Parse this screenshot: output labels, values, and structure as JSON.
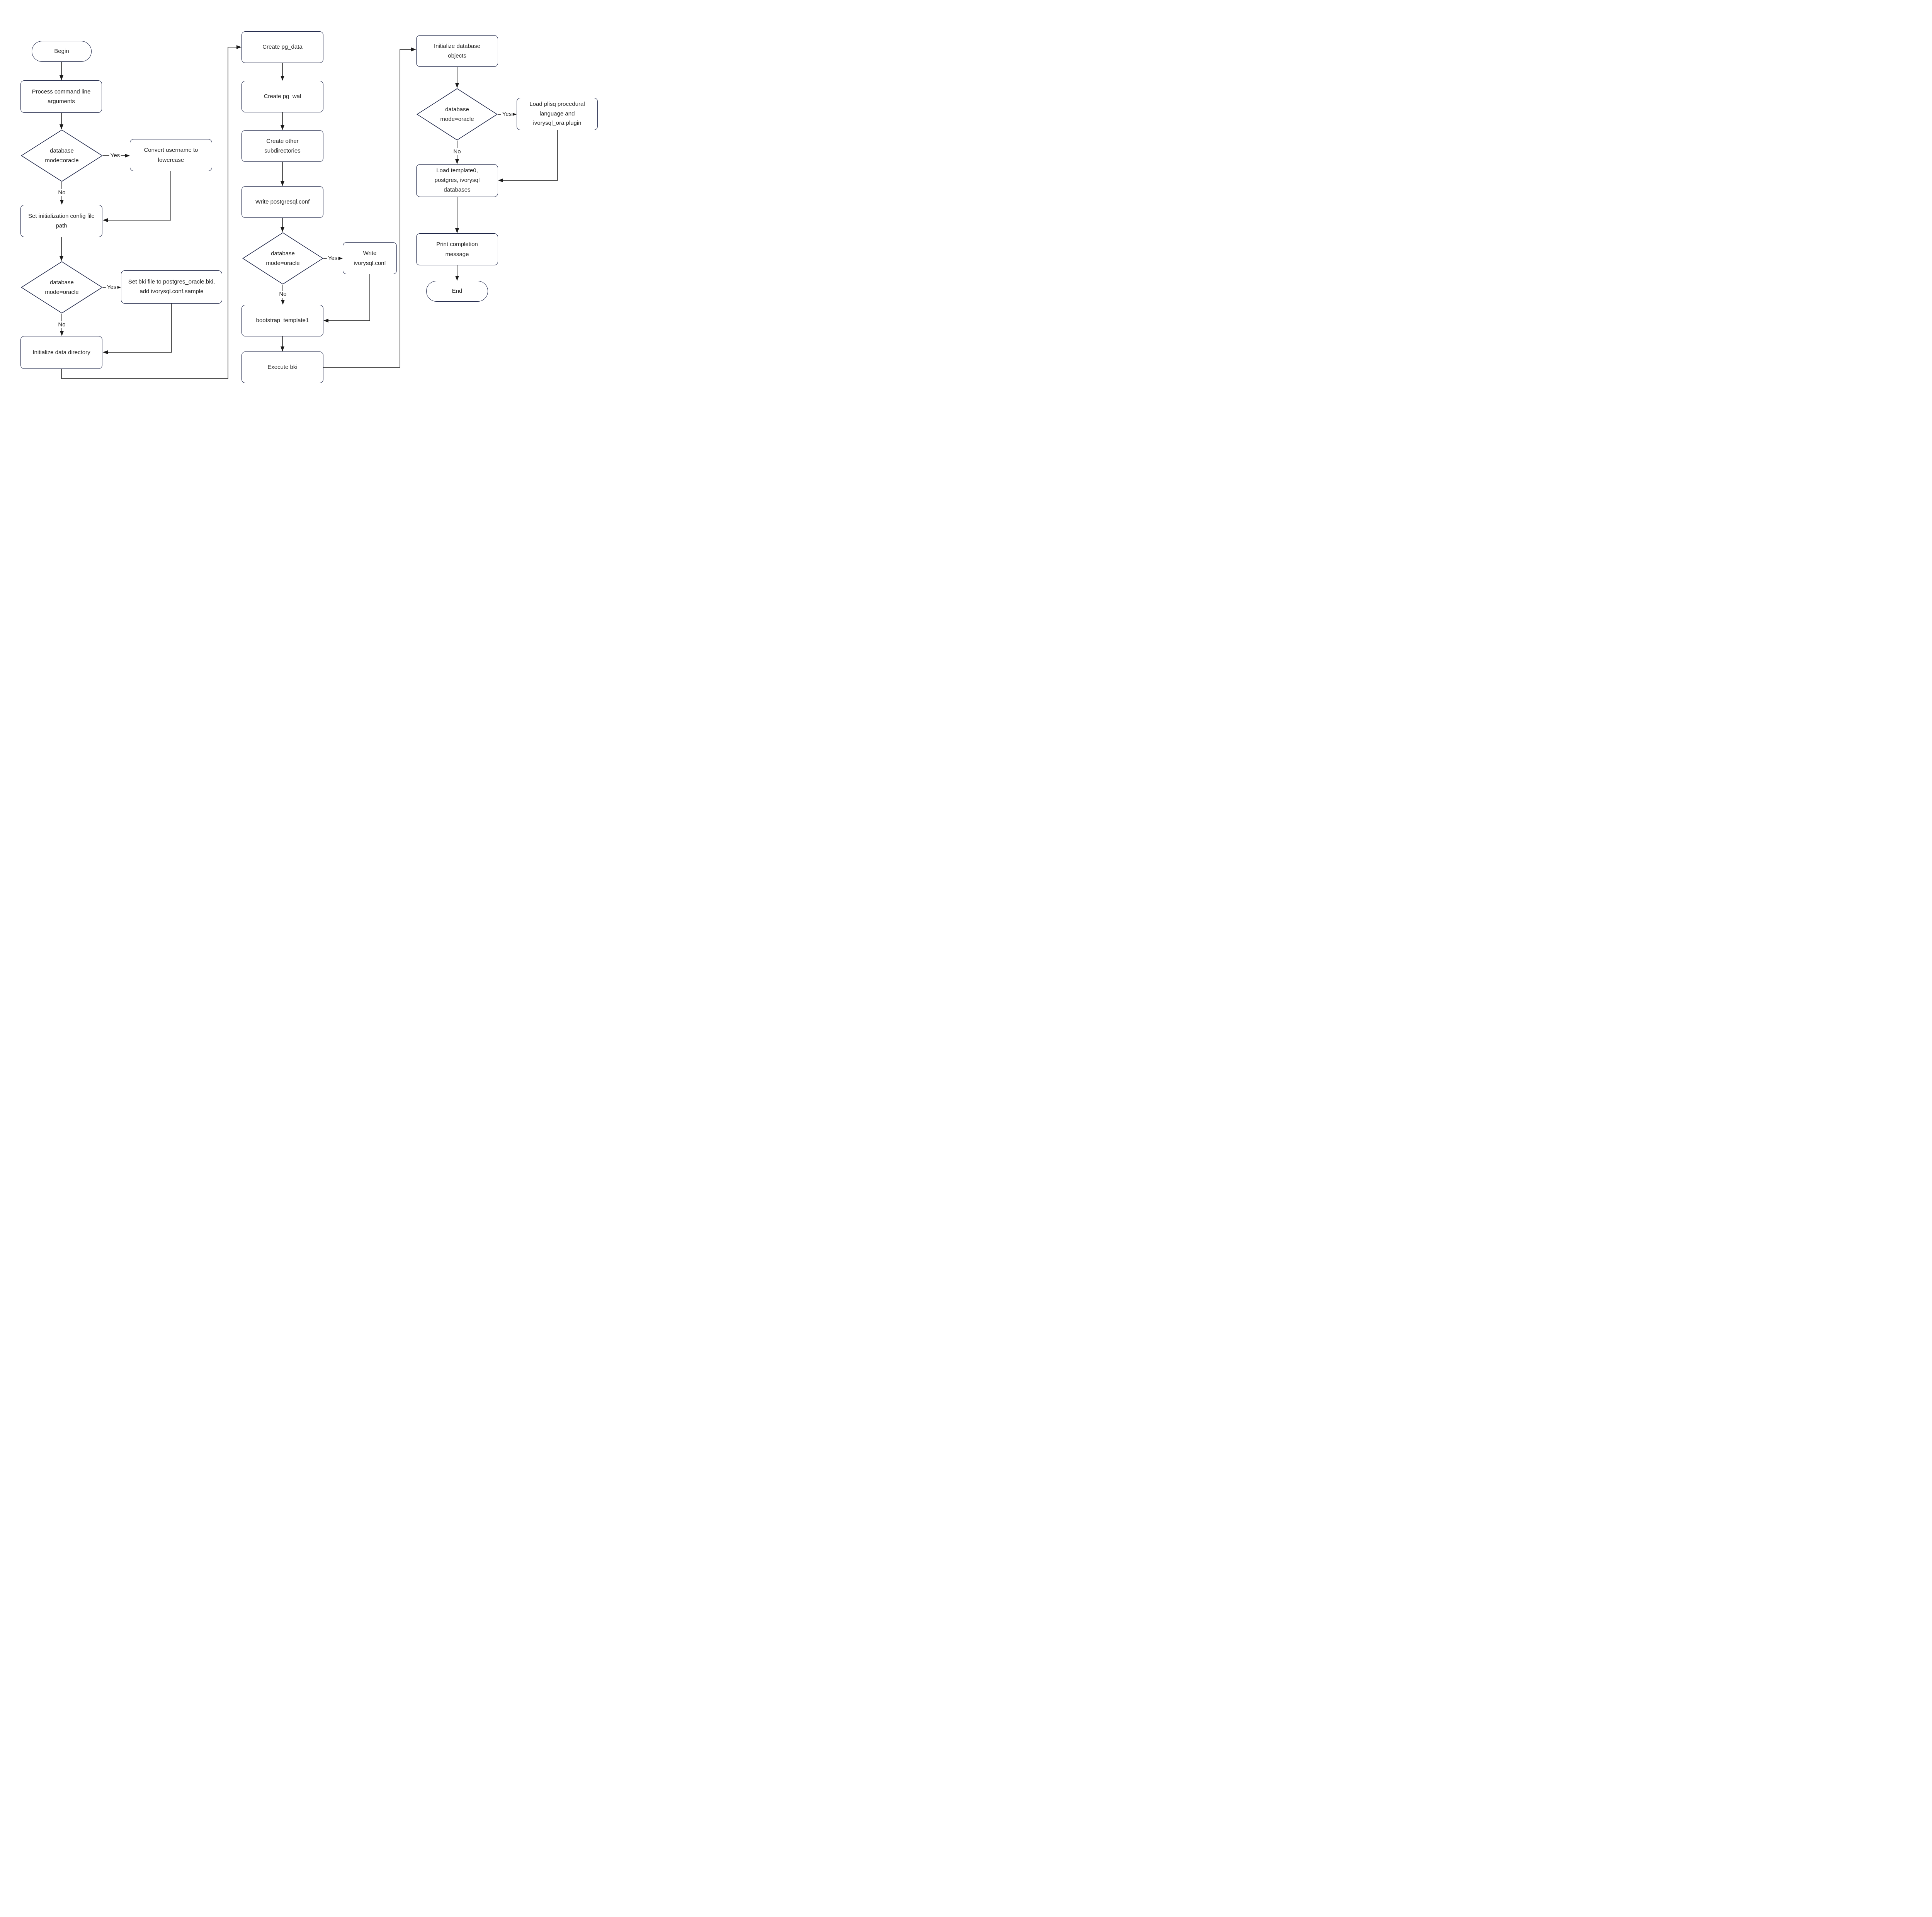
{
  "colors": {
    "node_border": "#1b2346",
    "edge_line": "#1a1a1a",
    "text": "#212121",
    "background": "#ffffff"
  },
  "nodes": {
    "begin": {
      "type": "terminator",
      "label": "Begin"
    },
    "process_args": {
      "type": "process",
      "label": "Process command line arguments"
    },
    "dec_mode_1": {
      "type": "decision",
      "label": "database mode=oracle"
    },
    "convert_username": {
      "type": "process",
      "label": "Convert username to lowercase"
    },
    "set_init_config": {
      "type": "process",
      "label": "Set initialization config file path"
    },
    "dec_mode_2": {
      "type": "decision",
      "label": "database mode=oracle"
    },
    "set_bki": {
      "type": "process",
      "label": "Set bki file to postgres_oracle.bki, add ivorysql.conf.sample"
    },
    "init_data_dir": {
      "type": "process",
      "label": "Initialize data directory"
    },
    "create_pg_data": {
      "type": "process",
      "label": "Create pg_data"
    },
    "create_pg_wal": {
      "type": "process",
      "label": "Create pg_wal"
    },
    "create_other_subdirs": {
      "type": "process",
      "label": "Create other subdirectories"
    },
    "write_postgresql_conf": {
      "type": "process",
      "label": "Write postgresql.conf"
    },
    "dec_mode_3": {
      "type": "decision",
      "label": "database mode=oracle"
    },
    "write_ivorysql_conf": {
      "type": "process",
      "label": "Write ivorysql.conf"
    },
    "bootstrap_template1": {
      "type": "process",
      "label": "bootstrap_template1"
    },
    "execute_bki": {
      "type": "process",
      "label": "Execute bki"
    },
    "init_db_objects": {
      "type": "process",
      "label": "Initialize database objects"
    },
    "dec_mode_4": {
      "type": "decision",
      "label": "database mode=oracle"
    },
    "load_plisq": {
      "type": "process",
      "label": "Load plisq procedural language and ivorysql_ora plugin"
    },
    "load_templates": {
      "type": "process",
      "label": "Load template0, postgres, ivorysql databases"
    },
    "print_completion": {
      "type": "process",
      "label": "Print completion message"
    },
    "end": {
      "type": "terminator",
      "label": "End"
    }
  },
  "edge_labels": {
    "yes": "Yes",
    "no": "No"
  }
}
